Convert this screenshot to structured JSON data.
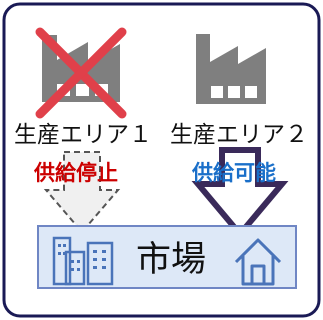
{
  "areas": [
    {
      "label": "生産エリア１",
      "status": "供給停止"
    },
    {
      "label": "生産エリア２",
      "status": "供給可能"
    }
  ],
  "market": {
    "label": "市場"
  },
  "icons": [
    "factory-icon",
    "factory-icon",
    "x-mark-icon",
    "buildings-icon",
    "house-icon"
  ],
  "colors": {
    "frame": "#1a1a55",
    "stop": "#cc0000",
    "available": "#1a6fc9",
    "x_mark": "#e0404a",
    "factory_fill": "#7f7f7f",
    "market_fill": "#dde8f7",
    "market_border": "#6f86c4",
    "arrow_solid": "#3a2a5a",
    "icon_blue": "#4a74b9"
  }
}
